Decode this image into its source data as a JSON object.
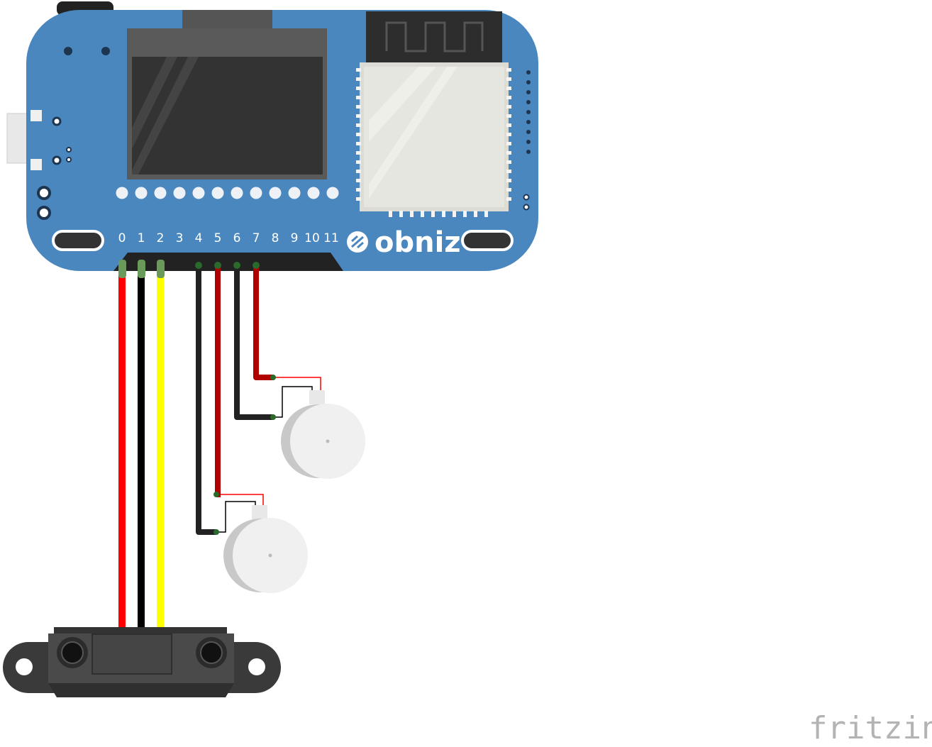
{
  "board": {
    "name": "obniz",
    "pin_labels": [
      "0",
      "1",
      "2",
      "3",
      "4",
      "5",
      "6",
      "7",
      "8",
      "9",
      "10",
      "11"
    ]
  },
  "components": [
    {
      "name": "obniz board",
      "kind": "microcontroller",
      "color": "#4a87be"
    },
    {
      "name": "distance sensor",
      "kind": "infrared distance sensor",
      "color": "#3d3d3d"
    },
    {
      "name": "vibration motor 1",
      "kind": "coin vibration motor",
      "color": "#e6e6e6"
    },
    {
      "name": "vibration motor 2",
      "kind": "coin vibration motor",
      "color": "#e6e6e6"
    }
  ],
  "wires": [
    {
      "from_pin": "0",
      "to": "distance sensor",
      "color": "#ff0000"
    },
    {
      "from_pin": "1",
      "to": "distance sensor",
      "color": "#000000"
    },
    {
      "from_pin": "2",
      "to": "distance sensor",
      "color": "#ffff00"
    },
    {
      "from_pin": "4",
      "to": "vibration motor 2",
      "color": "#000000"
    },
    {
      "from_pin": "5",
      "to": "vibration motor 2",
      "color": "#cc0000"
    },
    {
      "from_pin": "6",
      "to": "vibration motor 1",
      "color": "#000000"
    },
    {
      "from_pin": "7",
      "to": "vibration motor 1",
      "color": "#cc0000"
    }
  ],
  "watermark": "fritzing"
}
